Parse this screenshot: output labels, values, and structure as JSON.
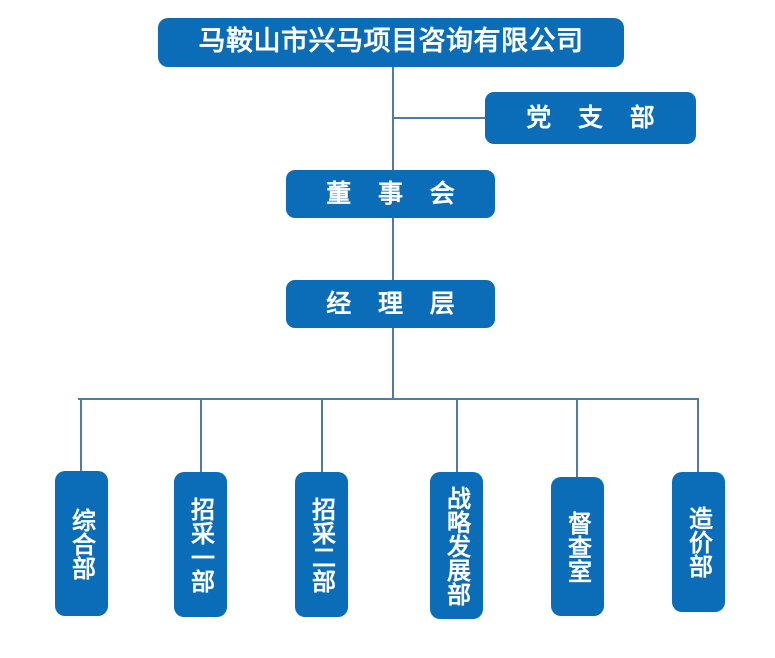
{
  "chart_data": {
    "type": "diagram",
    "subtype": "organizational-chart",
    "title": "马鞍山市兴马项目咨询有限公司 组织架构图",
    "orientation": "top-down",
    "accent_color": "#0b6cb7",
    "connector_color": "#4f7ca6",
    "text_color": "#ffffff",
    "background_color": "#ffffff",
    "nodes": [
      {
        "id": "root",
        "label": "马鞍山市兴马项目咨询有限公司",
        "level": 0,
        "orientation": "horizontal"
      },
      {
        "id": "party",
        "label": "党 支 部",
        "level": 1,
        "orientation": "horizontal"
      },
      {
        "id": "board",
        "label": "董 事 会",
        "level": 1,
        "orientation": "horizontal"
      },
      {
        "id": "mgmt",
        "label": "经 理 层",
        "level": 2,
        "orientation": "horizontal"
      },
      {
        "id": "dept-0",
        "label": "综合部",
        "level": 3,
        "orientation": "vertical"
      },
      {
        "id": "dept-1",
        "label": "招采一部",
        "level": 3,
        "orientation": "vertical"
      },
      {
        "id": "dept-2",
        "label": "招采二部",
        "level": 3,
        "orientation": "vertical"
      },
      {
        "id": "dept-3",
        "label": "战略发展部",
        "level": 3,
        "orientation": "vertical"
      },
      {
        "id": "dept-4",
        "label": "督查室",
        "level": 3,
        "orientation": "vertical"
      },
      {
        "id": "dept-5",
        "label": "造价部",
        "level": 3,
        "orientation": "vertical"
      }
    ],
    "edges": [
      {
        "from": "root",
        "to": "party"
      },
      {
        "from": "root",
        "to": "board"
      },
      {
        "from": "board",
        "to": "mgmt"
      },
      {
        "from": "mgmt",
        "to": "dept-0"
      },
      {
        "from": "mgmt",
        "to": "dept-1"
      },
      {
        "from": "mgmt",
        "to": "dept-2"
      },
      {
        "from": "mgmt",
        "to": "dept-3"
      },
      {
        "from": "mgmt",
        "to": "dept-4"
      },
      {
        "from": "mgmt",
        "to": "dept-5"
      }
    ]
  },
  "org": {
    "root": {
      "label": "马鞍山市兴马项目咨询有限公司"
    },
    "party": {
      "label": "党 支 部"
    },
    "board": {
      "label": "董 事 会"
    },
    "management": {
      "label": "经 理 层"
    },
    "departments": [
      {
        "label": "综合部"
      },
      {
        "label": "招采一部"
      },
      {
        "label": "招采二部"
      },
      {
        "label": "战略发展部"
      },
      {
        "label": "督查室"
      },
      {
        "label": "造价部"
      }
    ]
  }
}
